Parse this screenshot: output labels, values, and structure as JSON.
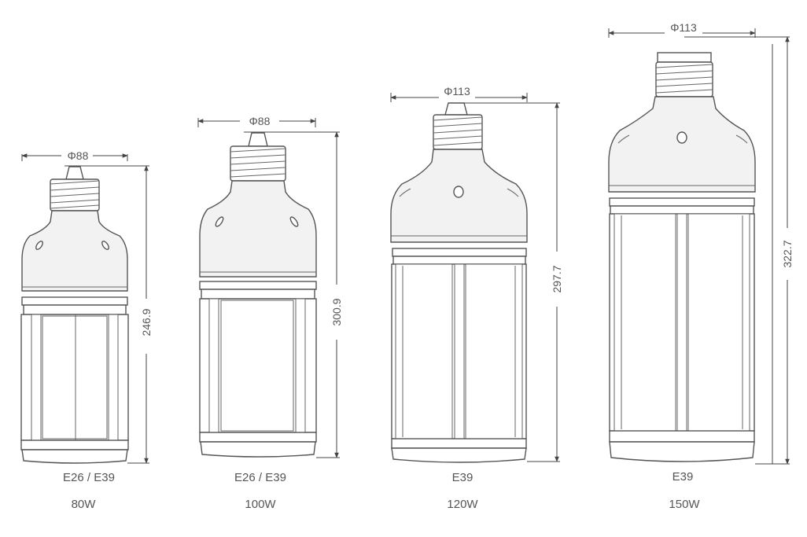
{
  "lamps": [
    {
      "diameter": "Φ88",
      "height": "246.9",
      "base": "E26 / E39",
      "wattage": "80W"
    },
    {
      "diameter": "Φ88",
      "height": "300.9",
      "base": "E26 / E39",
      "wattage": "100W"
    },
    {
      "diameter": "Φ113",
      "height": "297.7",
      "base": "E39",
      "wattage": "120W"
    },
    {
      "diameter": "Φ113",
      "height": "322.7",
      "base": "E39",
      "wattage": "150W"
    }
  ]
}
